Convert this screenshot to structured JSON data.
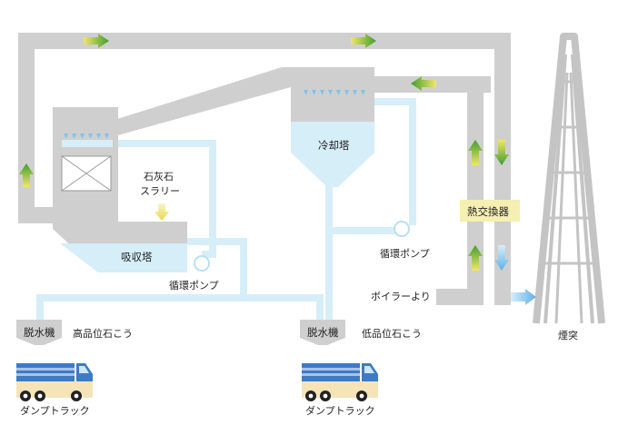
{
  "labels": {
    "cooling_tower": "冷却塔",
    "absorption_tower": "吸収塔",
    "limestone_slurry_line1": "石灰石",
    "limestone_slurry_line2": "スラリー",
    "heat_exchanger": "熱交換器",
    "pump_left": "循環ポンプ",
    "pump_right": "循環ポンプ",
    "from_boiler": "ボイラーより",
    "chimney": "煙突",
    "dewater_left": "脱水機",
    "dewater_right": "脱水機",
    "high_grade_gypsum": "高品位石こう",
    "low_grade_gypsum": "低品位石こう",
    "dump_truck_left": "ダンプトラック",
    "dump_truck_right": "ダンプトラック"
  },
  "colors": {
    "duct_gray": "#cfcfcf",
    "water_blue": "#d6eef8",
    "arrow_green": "#4aa832",
    "arrow_yellow": "#eee05a",
    "arrow_blue": "#6bb8ea",
    "truck_blue": "#3d7bc6"
  }
}
